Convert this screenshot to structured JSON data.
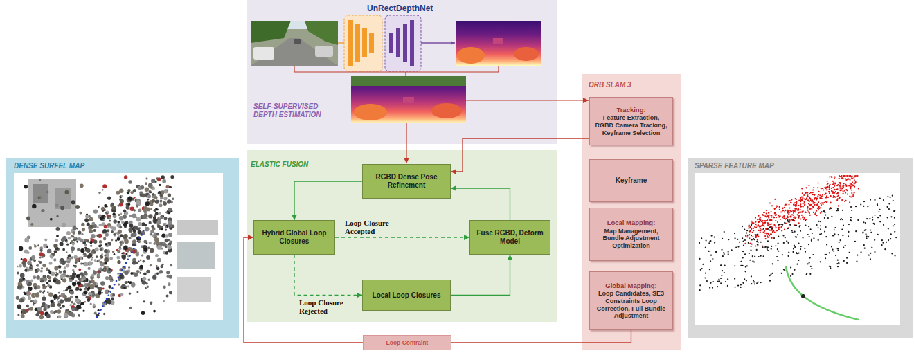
{
  "diagram": {
    "nodes": [
      {
        "text": [
          "DENSE SURFEL MAP"
        ]
      },
      {
        "text": [
          "UnRectDepthNet",
          "SELF-SUPERVISED DEPTH ESTIMATION"
        ]
      },
      {
        "text": [
          "ELASTIC FUSION"
        ]
      },
      {
        "text": [
          "RGBD Dense Pose Refinement"
        ],
        "in": 2
      },
      {
        "text": [
          "Hybrid Global Loop Closures"
        ],
        "in": 2
      },
      {
        "text": [
          "Fuse RGBD, Deform Model"
        ],
        "in": 2
      },
      {
        "text": [
          "Local Loop Closures"
        ],
        "in": 2
      },
      {
        "text": [
          "ORB SLAM 3"
        ]
      },
      {
        "text": [
          "Tracking:",
          "Feature Extraction, RGBD Camera Tracking, Keyframe Selection"
        ],
        "in": 7
      },
      {
        "text": [
          "Keyframe"
        ],
        "in": 7
      },
      {
        "text": [
          "Local Mapping:",
          "Map Management, Bundle Adjustment Optimization"
        ],
        "in": 7
      },
      {
        "text": [
          "Global Mapping:",
          "Loop Candidates, SE3 Constraints Loop Correction, Full Bundle Adjustment"
        ],
        "in": 7
      },
      {
        "text": [
          "SPARSE FEATURE MAP"
        ]
      },
      {
        "text": [
          "Loop Contraint"
        ]
      }
    ],
    "edges": [
      {
        "from": 8,
        "to": 3,
        "arrow": "to"
      },
      {
        "from": 3,
        "to": 4,
        "arrow": "to"
      },
      {
        "from": 4,
        "to": 5,
        "arrow": "to",
        "label": "Loop Closure Accepted"
      },
      {
        "from": 4,
        "to": 6,
        "arrow": "to",
        "label": "Loop Closure Rejected"
      },
      {
        "from": 6,
        "to": 5,
        "arrow": "to"
      },
      {
        "from": 5,
        "to": 3,
        "arrow": "to"
      },
      {
        "from": 11,
        "to": 13,
        "arrow": "none"
      },
      {
        "from": 13,
        "to": 4,
        "arrow": "to"
      }
    ]
  }
}
